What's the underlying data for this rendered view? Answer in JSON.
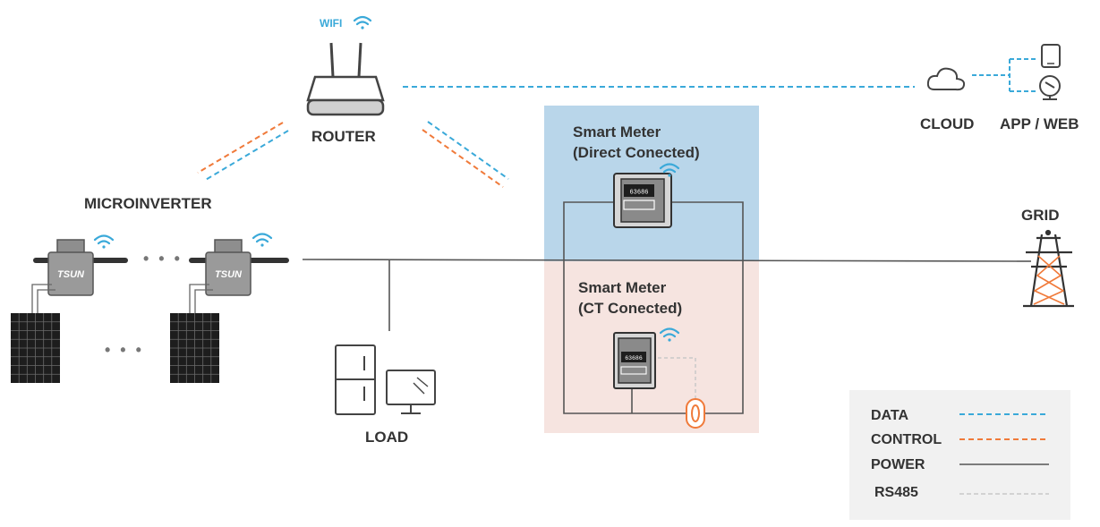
{
  "labels": {
    "wifi": "WIFI",
    "router": "ROUTER",
    "cloud": "CLOUD",
    "app_web": "APP / WEB",
    "microinverter": "MICROINVERTER",
    "load": "LOAD",
    "grid": "GRID",
    "meter_direct_line1": "Smart Meter",
    "meter_direct_line2": "(Direct Conected)",
    "meter_ct_line1": "Smart Meter",
    "meter_ct_line2": "(CT Conected)",
    "inverter_brand": "TSUN",
    "meter_display": "63686",
    "ellipsis_inverters": "• • •",
    "ellipsis_panels": "• • •"
  },
  "legend": [
    {
      "label": "DATA",
      "style": "dashed",
      "color": "#3aa9d9"
    },
    {
      "label": "CONTROL",
      "style": "dashed",
      "color": "#f07a3a"
    },
    {
      "label": "POWER",
      "style": "solid",
      "color": "#555555"
    },
    {
      "label": "RS485",
      "style": "dashed",
      "color": "#c8c8c8"
    }
  ],
  "colors": {
    "data": "#3aa9d9",
    "control": "#f07a3a",
    "power": "#555555",
    "rs485": "#c8c8c8",
    "meter_direct_bg": "#b9d6ea",
    "meter_ct_bg": "#f6e4e0"
  }
}
